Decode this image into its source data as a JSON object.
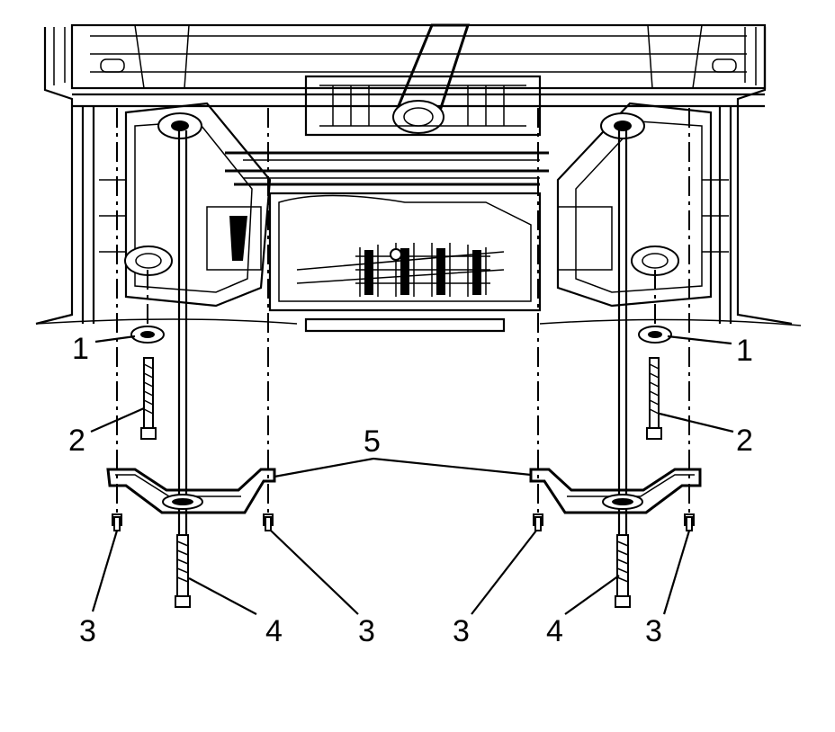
{
  "diagram": {
    "callouts": {
      "washer_left": "1",
      "washer_right": "1",
      "bolt_left": "2",
      "bolt_right": "2",
      "bolt3_a": "3",
      "bolt3_b": "3",
      "bolt3_c": "3",
      "bolt3_d": "3",
      "bolt4_left": "4",
      "bolt4_right": "4",
      "brace": "5"
    }
  }
}
